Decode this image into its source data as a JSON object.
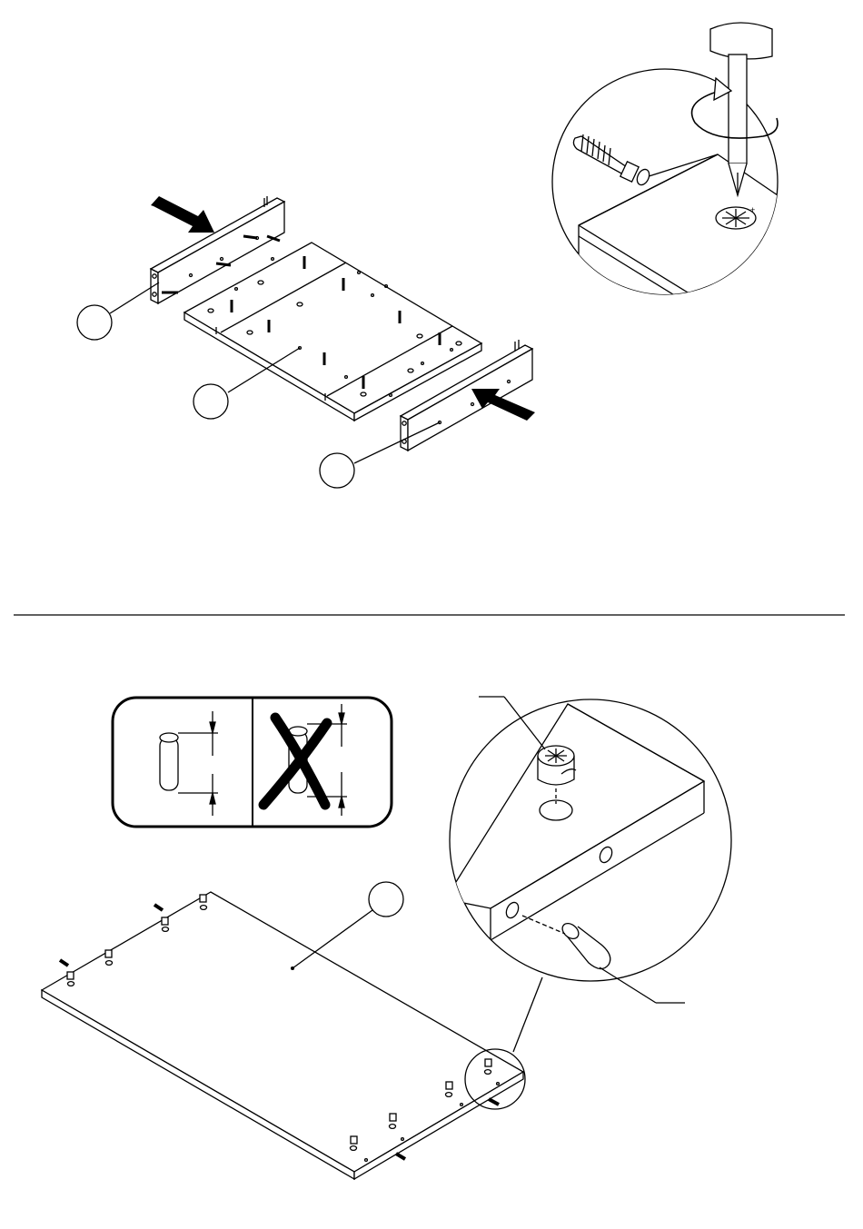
{
  "page": {
    "type": "assembly-instruction-sheet",
    "ink_color": "#000000",
    "paper_color": "#ffffff"
  },
  "step_top": {
    "part_callouts": [
      {
        "label": "",
        "part": "side-rail-left"
      },
      {
        "label": "",
        "part": "base-panel"
      },
      {
        "label": "",
        "part": "side-rail-right"
      }
    ],
    "push_arrows": 2,
    "detail_icon": "screwdriver-tightening-cam-lock-icon"
  },
  "step_bottom": {
    "dowel_depth_check": {
      "correct_icon": "dowel-correct-depth-icon",
      "incorrect_icon": "dowel-incorrect-depth-crossed-icon"
    },
    "part_callouts": [
      {
        "label": "",
        "part": "top-panel"
      }
    ],
    "detail_icons": [
      "cam-lock-housing-icon",
      "wooden-dowel-icon"
    ]
  }
}
